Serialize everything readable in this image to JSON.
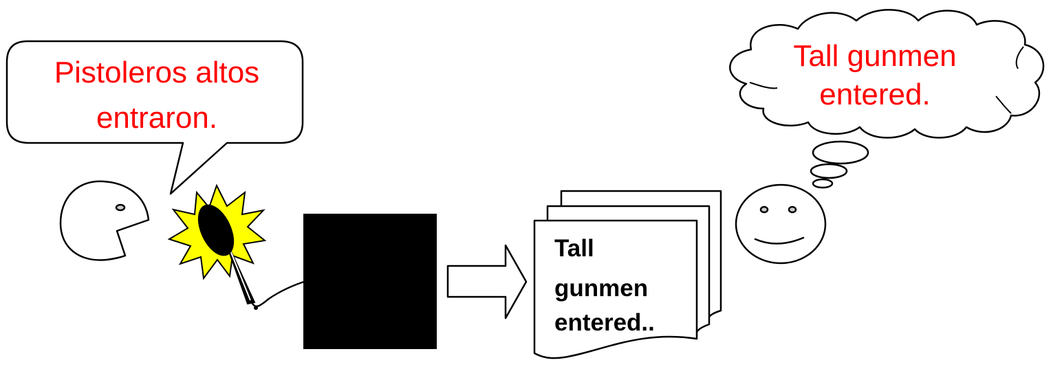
{
  "speech_bubble": {
    "line1": "Pistoleros altos",
    "line2": "entraron.",
    "text_color": "#ff0000"
  },
  "thought_cloud": {
    "line1": "Tall gunmen",
    "line2": "entered.",
    "text_color": "#ff0000"
  },
  "document_stack": {
    "line1": "Tall",
    "line2": "gunmen",
    "line3": "entered.."
  },
  "icons": {
    "speaker": "pacman-face-icon",
    "microphone": "microphone-icon",
    "spark": "yellow-starburst-icon",
    "system": "black-box",
    "arrow": "right-arrow-icon",
    "listener": "smiley-face-icon"
  },
  "colors": {
    "starburst": "#ffff00",
    "black_box": "#000000",
    "text_red": "#ff0000"
  }
}
